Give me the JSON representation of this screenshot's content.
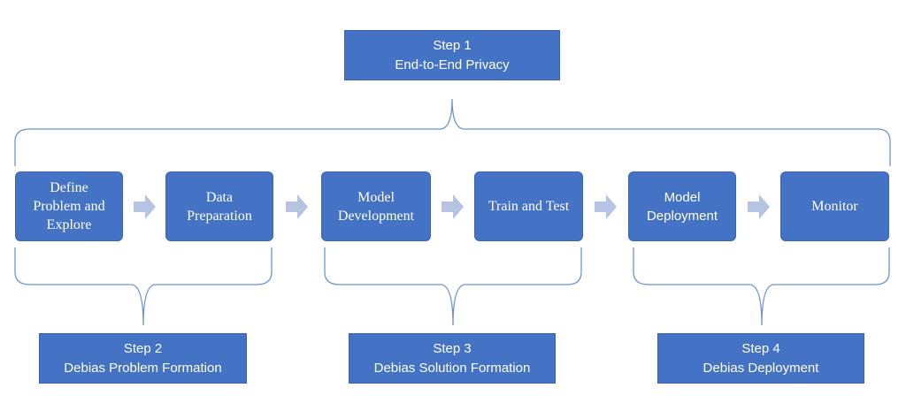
{
  "top_step": {
    "title": "Step 1",
    "subtitle": "End-to-End Privacy"
  },
  "stages": [
    {
      "label_lines": [
        "Define",
        "Problem and",
        "Explore"
      ]
    },
    {
      "label_lines": [
        "Data",
        "Preparation"
      ]
    },
    {
      "label_lines": [
        "Model",
        "Development"
      ]
    },
    {
      "label_lines": [
        "Train and Test"
      ]
    },
    {
      "label_lines": [
        "Model",
        "Deployment"
      ]
    },
    {
      "label_lines": [
        "Monitor"
      ]
    }
  ],
  "bottom_steps": [
    {
      "title": "Step 2",
      "subtitle": "Debias Problem Formation"
    },
    {
      "title": "Step 3",
      "subtitle": "Debias Solution Formation"
    },
    {
      "title": "Step 4",
      "subtitle": "Debias Deployment"
    }
  ],
  "colors": {
    "box_fill": "#4472c4",
    "box_text": "#ffffff",
    "arrow_fill": "#b4c4e2",
    "brace_stroke": "#6f93d0"
  },
  "icons": {
    "flow_arrow": "right-block-arrow-icon",
    "brace": "curly-brace-icon"
  }
}
